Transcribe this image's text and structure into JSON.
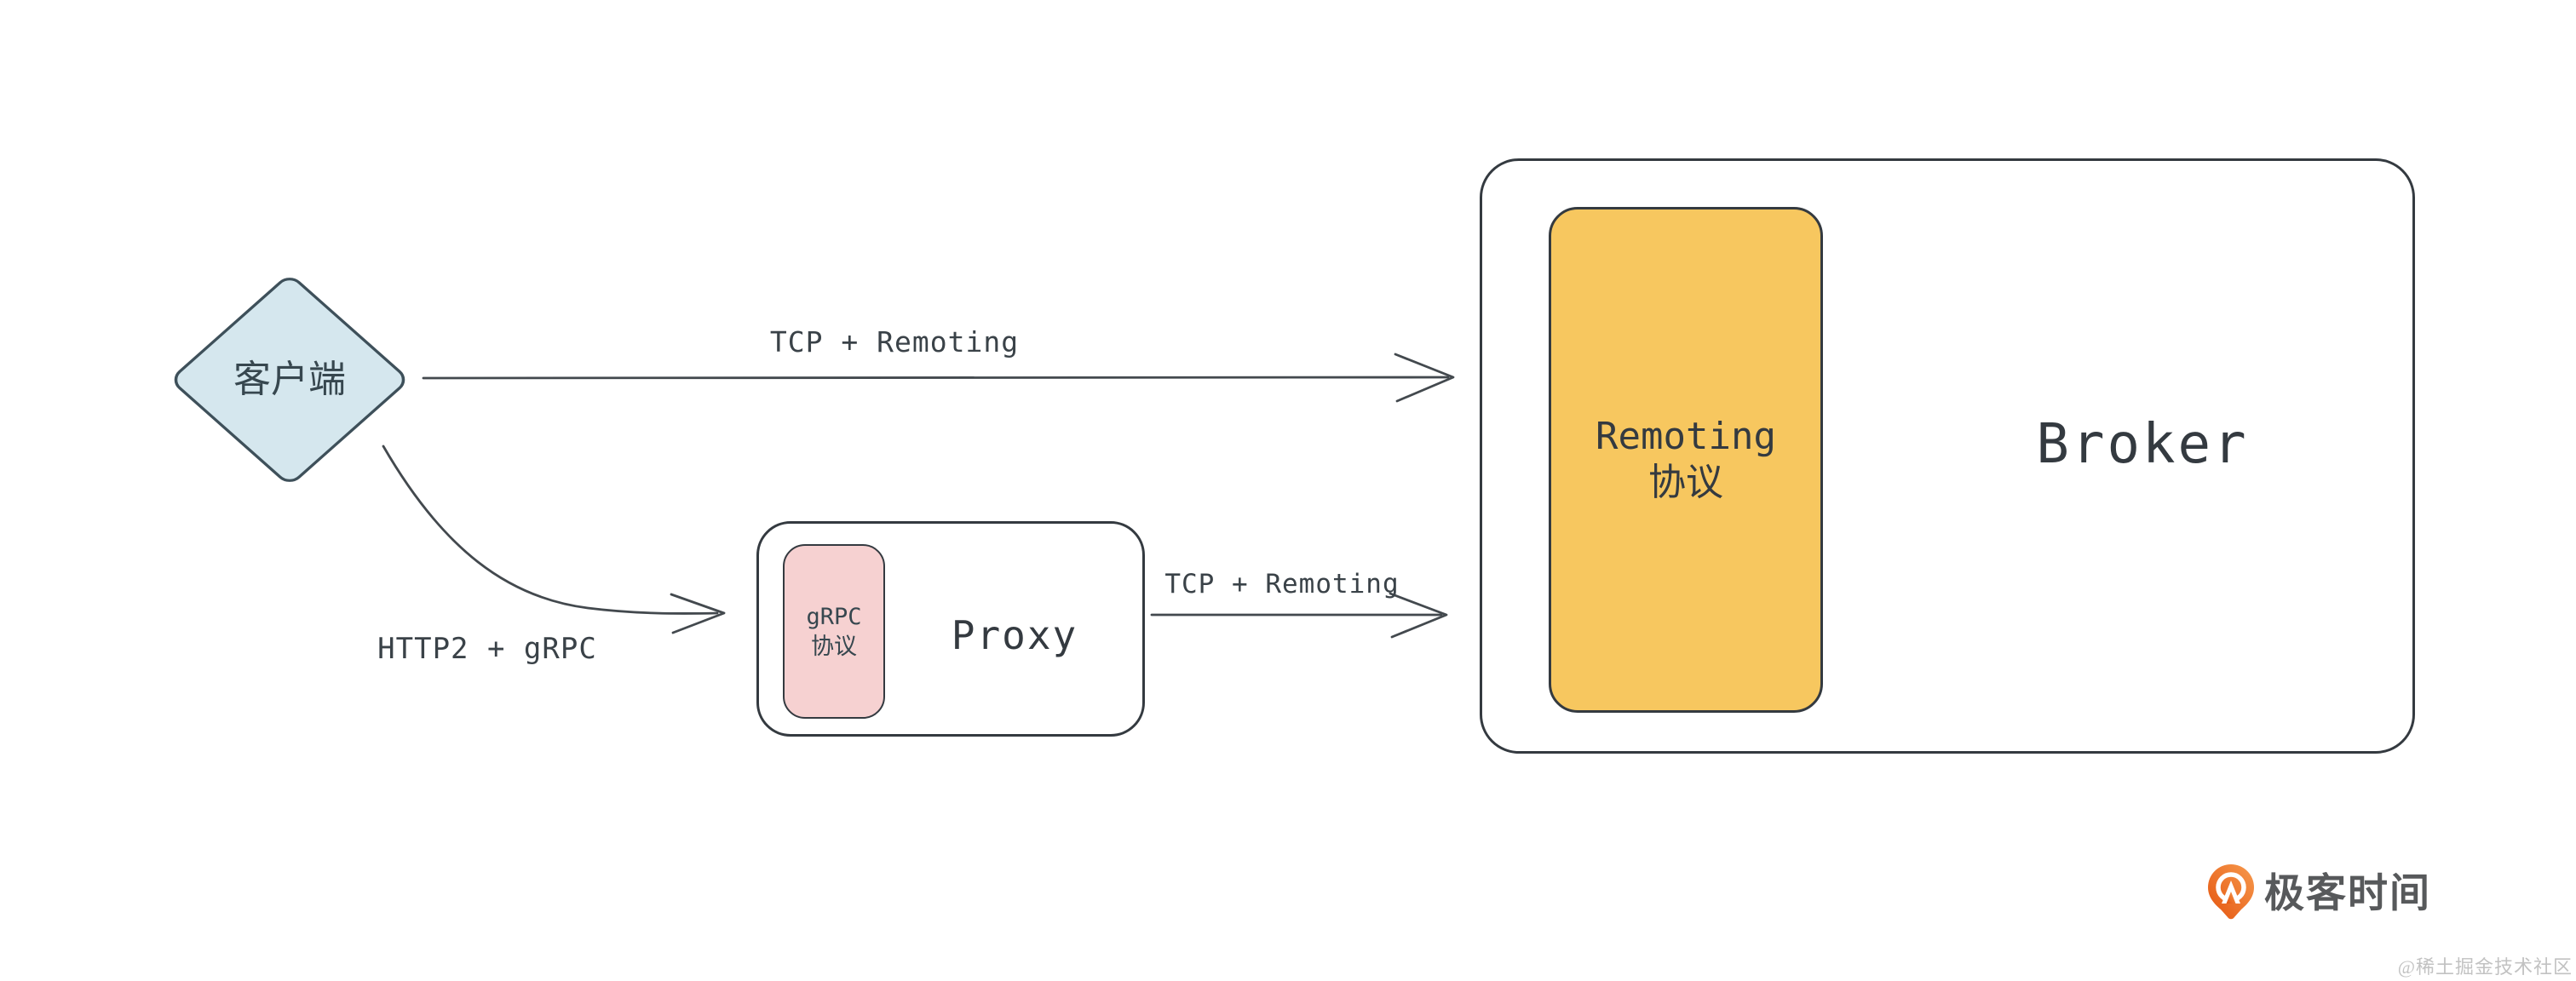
{
  "diagram": {
    "client": {
      "label": "客户端"
    },
    "proxy": {
      "title": "Proxy",
      "protocol": {
        "line1": "gRPC",
        "line2": "协议"
      }
    },
    "broker": {
      "title": "Broker",
      "protocol": {
        "line1": "Remoting",
        "line2": "协议"
      }
    },
    "arrows": {
      "client_to_broker_label": "TCP + Remoting",
      "client_to_proxy_label": "HTTP2 + gRPC",
      "proxy_to_broker_label": "TCP + Remoting"
    }
  },
  "footer": {
    "logo_text": "极客时间",
    "watermark": "@稀土掘金技术社区"
  },
  "colors": {
    "client_fill": "#d5e7ee",
    "remoting_fill": "#f7c75f",
    "grpc_fill": "#f6d1d1",
    "outline": "#343a40",
    "text": "#37474f",
    "logo_orange_dark": "#e4540f",
    "logo_orange_light": "#f79a4d",
    "logo_text_color": "#57595b",
    "watermark_color": "#c2c2c2"
  }
}
